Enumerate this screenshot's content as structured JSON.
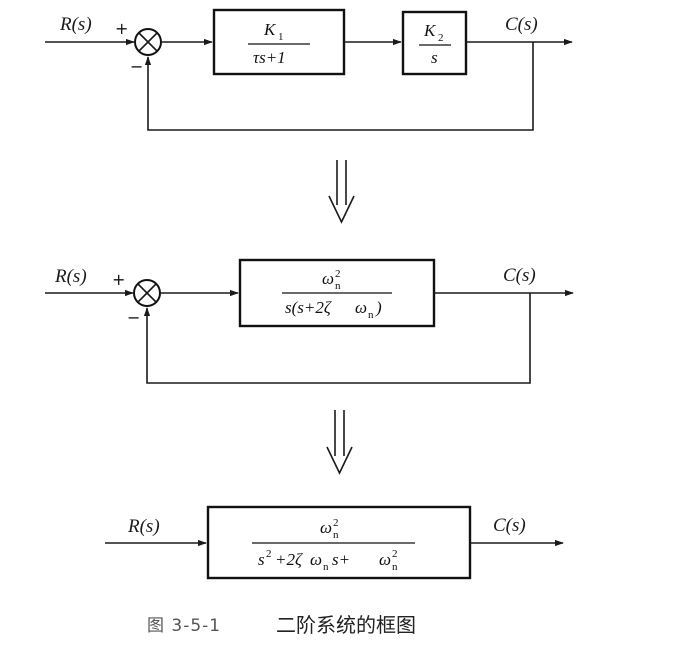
{
  "stage1": {
    "input": "R(s)",
    "output": "C(s)",
    "sum_plus": "+",
    "sum_minus": "−",
    "block1": {
      "num": "K",
      "num_sub": "1",
      "den": "τs+1"
    },
    "block2": {
      "num": "K",
      "num_sub": "2",
      "den": "s"
    }
  },
  "stage2": {
    "input": "R(s)",
    "output": "C(s)",
    "sum_plus": "+",
    "sum_minus": "−",
    "block": {
      "num": "ω",
      "num_sub": "n",
      "num_sup": "2",
      "den_a": "s(s+2ζ",
      "den_b": "ω",
      "den_b_sub": "n",
      "den_c": ")"
    }
  },
  "stage3": {
    "input": "R(s)",
    "output": "C(s)",
    "block": {
      "num": "ω",
      "num_sub": "n",
      "num_sup": "2",
      "den_s": "s",
      "den_s_sup": "2",
      "den_mid": "+2ζ",
      "den_w": "ω",
      "den_w_sub": "n",
      "den_s2": "s+",
      "den_w2": "ω",
      "den_w2_sub": "n",
      "den_w2_sup": "2"
    }
  },
  "caption": {
    "number": "图 3-5-1",
    "text": "二阶系统的框图"
  }
}
